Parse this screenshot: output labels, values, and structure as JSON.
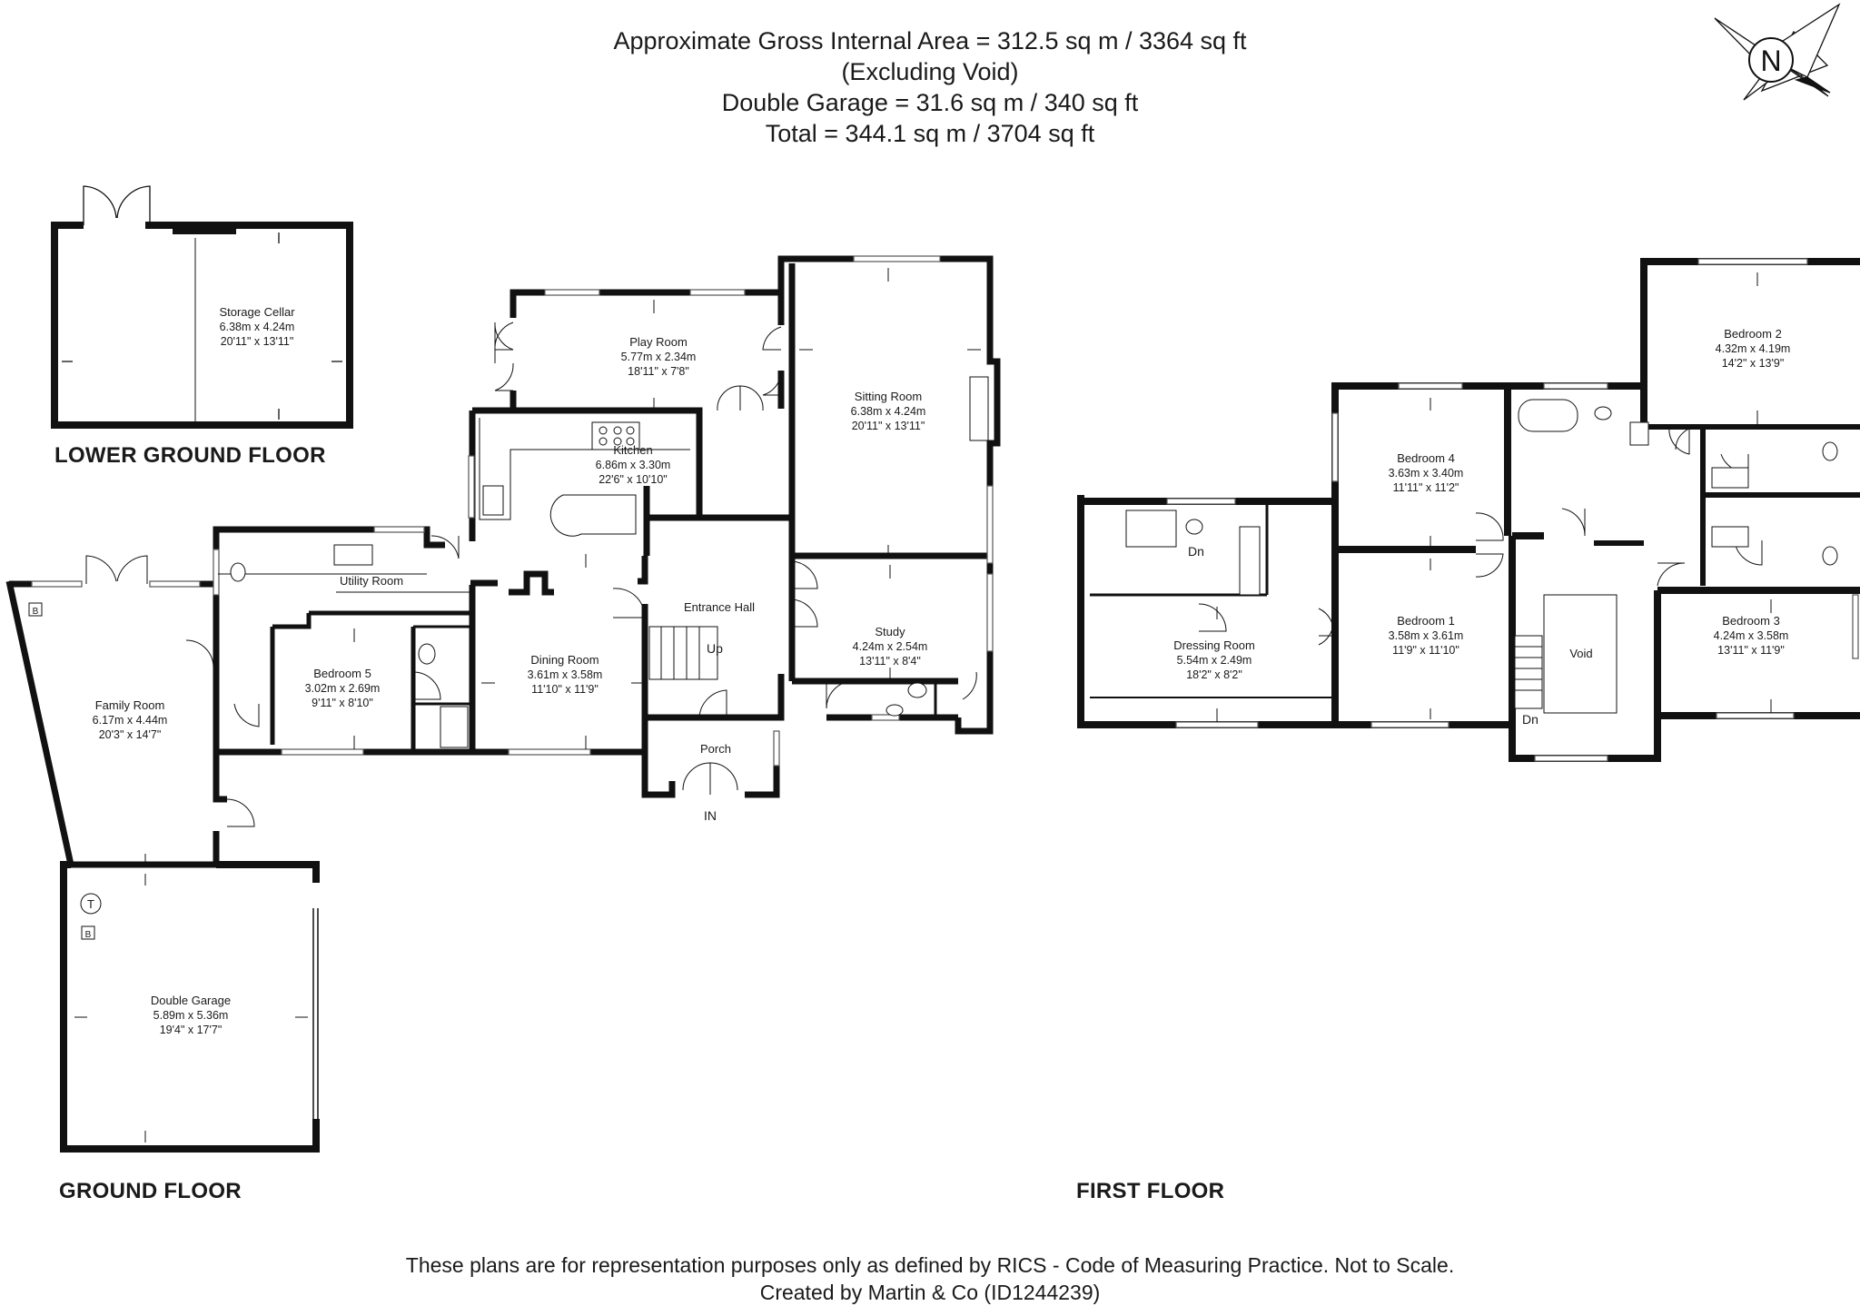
{
  "header": {
    "line1": "Approximate Gross Internal Area = 312.5 sq m / 3364 sq ft",
    "line2": "(Excluding Void)",
    "line3": "Double Garage = 31.6 sq m / 340 sq ft",
    "line4": "Total = 344.1 sq m / 3704 sq ft"
  },
  "compass": {
    "letter": "N"
  },
  "floors": {
    "lower_ground": "LOWER GROUND FLOOR",
    "ground": "GROUND FLOOR",
    "first": "FIRST FLOOR"
  },
  "rooms": {
    "storage_cellar": {
      "name": "Storage Cellar",
      "metric": "6.38m x 4.24m",
      "imperial": "20'11\" x 13'11\""
    },
    "play_room": {
      "name": "Play Room",
      "metric": "5.77m x 2.34m",
      "imperial": "18'11\" x 7'8\""
    },
    "sitting_room": {
      "name": "Sitting Room",
      "metric": "6.38m x 4.24m",
      "imperial": "20'11\" x 13'11\""
    },
    "kitchen": {
      "name": "Kitchen",
      "metric": "6.86m x 3.30m",
      "imperial": "22'6\" x 10'10\""
    },
    "utility_room": {
      "name": "Utility Room"
    },
    "entrance_hall": {
      "name": "Entrance Hall"
    },
    "study": {
      "name": "Study",
      "metric": "4.24m x 2.54m",
      "imperial": "13'11\" x 8'4\""
    },
    "bedroom5": {
      "name": "Bedroom 5",
      "metric": "3.02m x 2.69m",
      "imperial": "9'11\" x 8'10\""
    },
    "dining_room": {
      "name": "Dining Room",
      "metric": "3.61m x 3.58m",
      "imperial": "11'10\" x 11'9\""
    },
    "family_room": {
      "name": "Family Room",
      "metric": "6.17m x 4.44m",
      "imperial": "20'3\" x 14'7\""
    },
    "porch": {
      "name": "Porch"
    },
    "double_garage": {
      "name": "Double Garage",
      "metric": "5.89m x 5.36m",
      "imperial": "19'4\" x 17'7\""
    },
    "bedroom2": {
      "name": "Bedroom 2",
      "metric": "4.32m x 4.19m",
      "imperial": "14'2\" x 13'9\""
    },
    "bedroom4": {
      "name": "Bedroom 4",
      "metric": "3.63m x 3.40m",
      "imperial": "11'11\" x 11'2\""
    },
    "bedroom1": {
      "name": "Bedroom 1",
      "metric": "3.58m x 3.61m",
      "imperial": "11'9\" x 11'10\""
    },
    "bedroom3": {
      "name": "Bedroom 3",
      "metric": "4.24m x 3.58m",
      "imperial": "13'11\" x 11'9\""
    },
    "dressing_room": {
      "name": "Dressing Room",
      "metric": "5.54m x 2.49m",
      "imperial": "18'2\" x 8'2\""
    },
    "void": {
      "name": "Void"
    }
  },
  "markers": {
    "up": "Up",
    "in": "IN",
    "dn1": "Dn",
    "dn2": "Dn",
    "boiler": "B",
    "tank": "T"
  },
  "footer": {
    "line1": "These plans are for representation purposes only as defined by RICS - Code of Measuring Practice. Not to Scale.",
    "line2": "Created by Martin & Co (ID1244239)"
  }
}
